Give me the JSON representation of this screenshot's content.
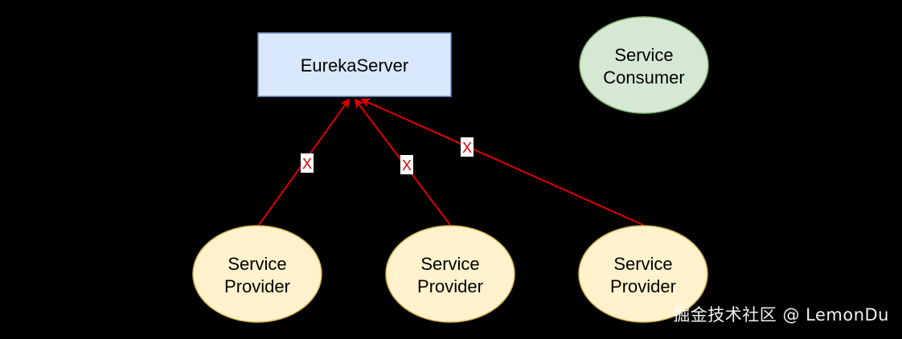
{
  "diagram": {
    "server": {
      "label": "EurekaServer"
    },
    "consumer": {
      "line1": "Service",
      "line2": "Consumer"
    },
    "providers": [
      {
        "line1": "Service",
        "line2": "Provider"
      },
      {
        "line1": "Service",
        "line2": "Provider"
      },
      {
        "line1": "Service",
        "line2": "Provider"
      }
    ],
    "cross_marks": [
      "X",
      "X",
      "X"
    ],
    "colors": {
      "background": "#000000",
      "server_fill": "#dae8fc",
      "server_stroke": "#6c8ebf",
      "consumer_fill": "#d5e8d4",
      "consumer_stroke": "#82b366",
      "provider_fill": "#fff2cc",
      "provider_stroke": "#d6b656",
      "arrow": "#e00000"
    }
  },
  "watermark": "掘金技术社区 @ LemonDu"
}
